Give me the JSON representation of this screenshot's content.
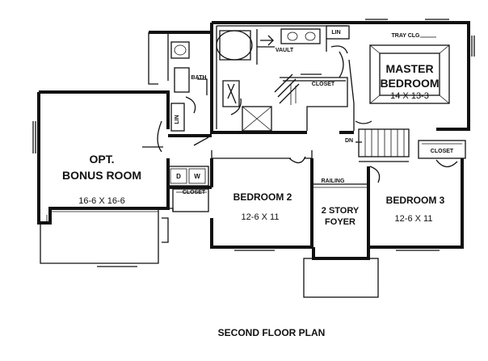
{
  "plan_title": "SECOND FLOOR PLAN",
  "rooms": {
    "bonus_title1": "OPT.",
    "bonus_title2": "BONUS ROOM",
    "bonus_dims": "16-6 X 16-6",
    "master_title1": "MASTER",
    "master_title2": "BEDROOM",
    "master_dims": "14 X 13-3",
    "bed2_title": "BEDROOM 2",
    "bed2_dims": "12-6 X 11",
    "bed3_title": "BEDROOM 3",
    "bed3_dims": "12-6 X 11",
    "foyer_title1": "2 STORY",
    "foyer_title2": "FOYER"
  },
  "notes": {
    "bath": "BATH",
    "lin_left": "LIN",
    "lin_top": "LIN",
    "vault": "VAULT",
    "closet_master": "CLOSET",
    "closet_bed3": "CLOSET",
    "closet_bed2": "CLOSET",
    "tray_clg": "TRAY CLG",
    "dn": "DN",
    "railing": "RAILING",
    "dryer": "D",
    "washer": "W"
  }
}
